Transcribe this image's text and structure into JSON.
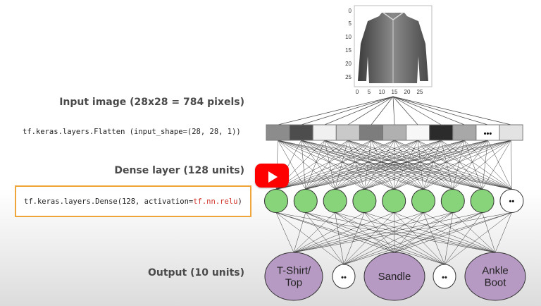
{
  "labels": {
    "input_image": "Input image (28x28 = 784 pixels)",
    "dense_layer": "Dense layer (128 units)",
    "output": "Output (10 units)"
  },
  "code": {
    "flatten": "tf.keras.layers.Flatten (input_shape=(28, 28, 1))",
    "dense_prefix": "tf.keras.layers.Dense(128, activation=",
    "dense_activation": "tf.nn.relu",
    "dense_suffix": ")"
  },
  "image_axes": {
    "y_ticks": [
      "0",
      "5",
      "10",
      "15",
      "20",
      "25"
    ],
    "x_ticks": [
      "0",
      "5",
      "10",
      "15",
      "20",
      "25"
    ]
  },
  "input_row": {
    "cell_colors": [
      "#8c8c8c",
      "#4d4d4d",
      "#f0f0f0",
      "#c9c9c9",
      "#7d7d7d",
      "#b0b0b0",
      "#f7f7f7",
      "#2b2b2b",
      "#a8a8a8",
      "#ffffff",
      "#e3e3e3"
    ],
    "ellipsis": "•••"
  },
  "dense_layer": {
    "node_color": "#88d47a",
    "node_count_shown": 8,
    "ellipsis": "••"
  },
  "output_layer": {
    "node_color": "#b79ac4",
    "nodes": [
      {
        "label_lines": [
          "T-Shirt/",
          "Top"
        ]
      },
      {
        "label_lines": [
          "••"
        ]
      },
      {
        "label_lines": [
          "Sandle"
        ]
      },
      {
        "label_lines": [
          "••"
        ]
      },
      {
        "label_lines": [
          "Ankle",
          "Boot"
        ]
      }
    ]
  },
  "colors": {
    "accent_box": "#f0a53a",
    "code_keyword": "#d0352b",
    "play_button": "#ff0000"
  },
  "icons": {
    "play": "youtube-play-icon",
    "shirt": "shirt-image"
  }
}
